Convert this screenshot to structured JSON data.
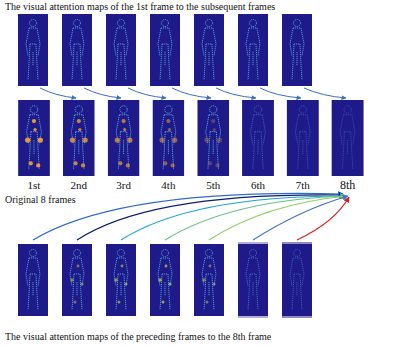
{
  "diagram": {
    "title": "The visual attention maps of the 1st frame to the subsequent frames",
    "caption": "The visual attention maps of the preceding frames to the 8th frame",
    "nodes": [
      {
        "text": [
          "1st"
        ]
      },
      {
        "text": [
          "2nd"
        ]
      },
      {
        "text": [
          "3rd"
        ]
      },
      {
        "text": [
          "4th"
        ]
      },
      {
        "text": [
          "5th"
        ]
      },
      {
        "text": [
          "6th"
        ]
      },
      {
        "text": [
          "7th"
        ]
      },
      {
        "text": [
          "8th"
        ]
      }
    ],
    "labels": [
      "Original 8 frames"
    ]
  }
}
